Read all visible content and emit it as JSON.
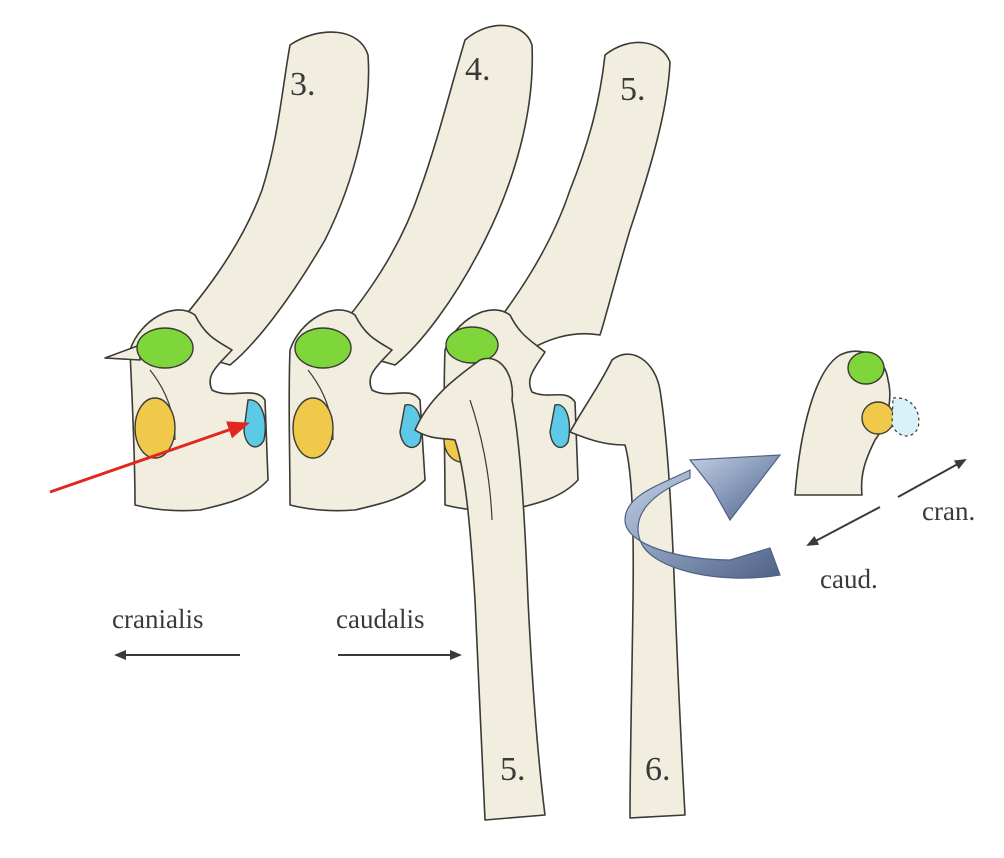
{
  "labels": {
    "vertebra_3": "3.",
    "vertebra_4": "4.",
    "vertebra_5": "5.",
    "rib_5": "5.",
    "rib_6": "6.",
    "cranialis": "cranialis",
    "caudalis": "caudalis",
    "cran": "cran.",
    "caud": "caud."
  },
  "colors": {
    "bone_fill": "#f1eedf",
    "outline": "#3b3a34",
    "cranial_facet_green": "#7fd63a",
    "body_facet_yellow": "#f0c84a",
    "caudal_facet_cyan": "#5cc9e6",
    "rotation_arrow": "#7b8fb0",
    "pointer_arrow_red": "#e0281e"
  },
  "icons": {
    "pointer": "red-arrow-icon",
    "rotation": "curved-rotation-arrow-icon"
  }
}
